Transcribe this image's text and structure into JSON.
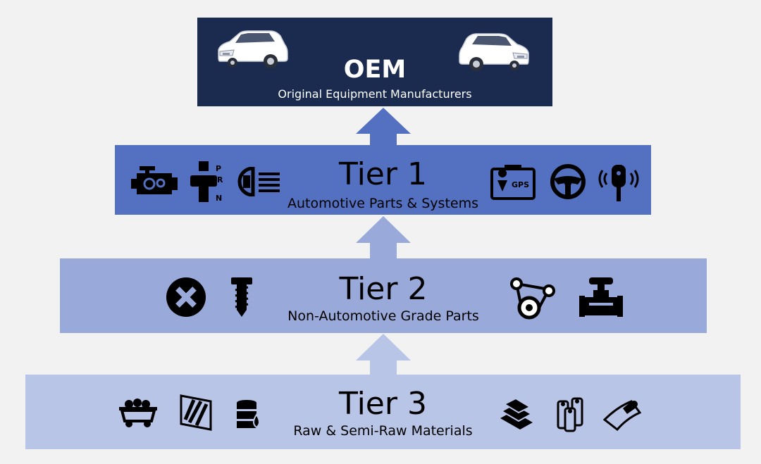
{
  "oem": {
    "title": "OEM",
    "subtitle": "Original Equipment Manufacturers",
    "icons": [
      "car-icon",
      "car-icon"
    ]
  },
  "tier1": {
    "title": "Tier 1",
    "subtitle": "Automotive Parts & Systems",
    "icons": [
      "engine-icon",
      "gear-shifter-icon",
      "headlight-icon",
      "gps-icon",
      "steering-wheel-icon",
      "car-key-icon"
    ],
    "shifter_letters": [
      "P",
      "R",
      "N"
    ],
    "gps_label": "GPS"
  },
  "tier2": {
    "title": "Tier 2",
    "subtitle": "Non-Automotive Grade Parts",
    "icons": [
      "screw-head-icon",
      "screw-icon",
      "belt-pulley-icon",
      "valve-icon"
    ]
  },
  "tier3": {
    "title": "Tier 3",
    "subtitle": "Raw & Semi-Raw Materials",
    "icons": [
      "coal-cart-icon",
      "glass-icon",
      "oil-barrel-icon",
      "metal-bars-icon",
      "rolls-icon",
      "sheet-roll-icon"
    ]
  },
  "colors": {
    "background": "#f2f2f2",
    "oem": "#1a2b4f",
    "tier1": "#5470c0",
    "tier2": "#99aada",
    "tier3": "#b8c5e6"
  }
}
